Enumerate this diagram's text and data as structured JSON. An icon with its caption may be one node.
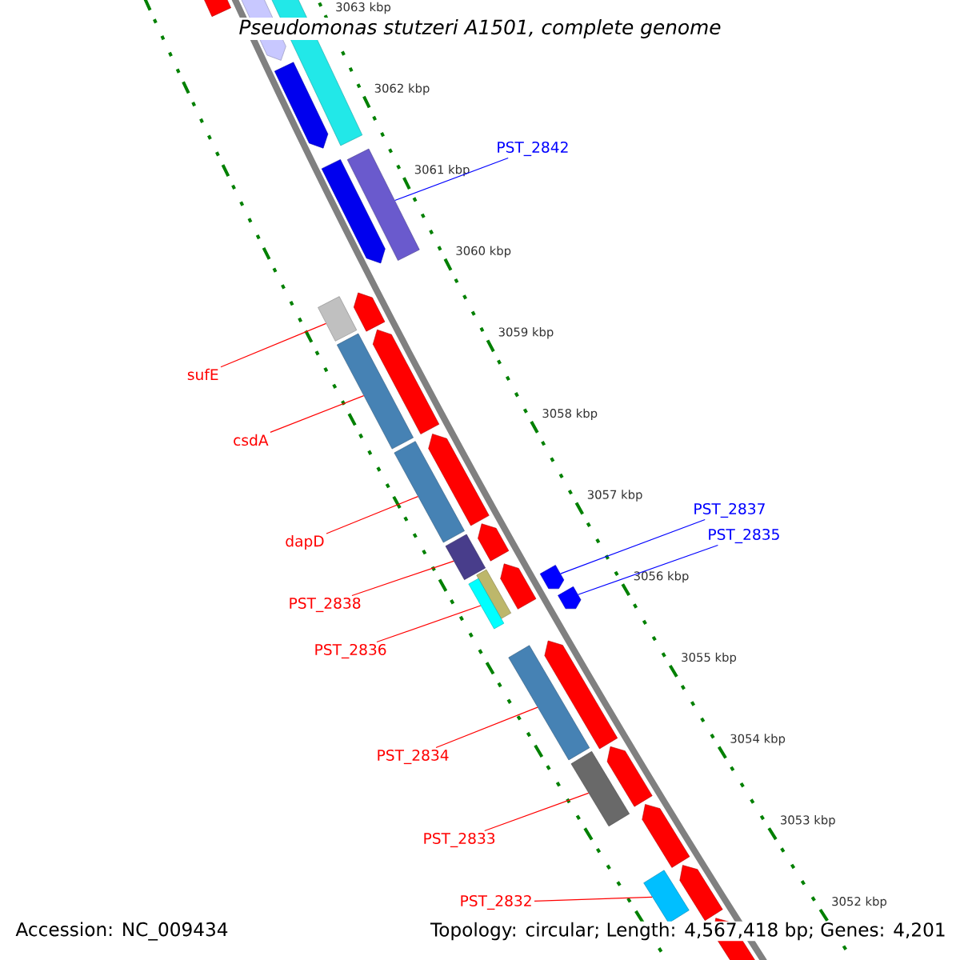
{
  "diagram": {
    "title": "Pseudomonas stutzeri A1501, complete genome",
    "nodes": [
      {
        "text": [
          "PST_2842"
        ]
      },
      {
        "text": [],
        "shape": "bar"
      },
      {
        "text": [
          "sufE"
        ]
      },
      {
        "text": [],
        "shape": "bar"
      },
      {
        "text": [
          "csdA"
        ]
      },
      {
        "text": [],
        "shape": "bar"
      },
      {
        "text": [
          "dapD"
        ]
      },
      {
        "text": [],
        "shape": "bar"
      },
      {
        "text": [
          "PST_2837"
        ]
      },
      {
        "text": [
          "PST_2835"
        ]
      },
      {
        "text": [
          "PST_2838"
        ]
      },
      {
        "text": [],
        "shape": "bar"
      },
      {
        "text": [],
        "shape": "arrow"
      },
      {
        "text": [],
        "shape": "arrow"
      },
      {
        "text": [
          "PST_2836"
        ]
      },
      {
        "text": [],
        "shape": "bar"
      },
      {
        "text": [
          "PST_2834"
        ]
      },
      {
        "text": [],
        "shape": "bar"
      },
      {
        "text": [
          "PST_2833"
        ]
      },
      {
        "text": [],
        "shape": "bar"
      },
      {
        "text": [
          "PST_2832"
        ]
      },
      {
        "text": [],
        "shape": "bar"
      }
    ],
    "edges": [
      {
        "from": 0,
        "to": 1,
        "arrow": "none",
        "color": "#0000ff"
      },
      {
        "from": 2,
        "to": 3,
        "arrow": "none"
      },
      {
        "from": 4,
        "to": 5,
        "arrow": "none"
      },
      {
        "from": 6,
        "to": 7,
        "arrow": "none"
      },
      {
        "from": 8,
        "to": 12,
        "arrow": "none",
        "color": "#0000ff"
      },
      {
        "from": 9,
        "to": 13,
        "arrow": "none",
        "color": "#0000ff"
      },
      {
        "from": 10,
        "to": 11,
        "arrow": "none"
      },
      {
        "from": 14,
        "to": 15,
        "arrow": "none"
      },
      {
        "from": 16,
        "to": 17,
        "arrow": "none"
      },
      {
        "from": 18,
        "to": 19,
        "arrow": "none"
      },
      {
        "from": 20,
        "to": 21,
        "arrow": "none"
      }
    ],
    "labels": [
      "3063 kbp",
      "3062 kbp",
      "3061 kbp",
      "3060 kbp",
      "3059 kbp",
      "3058 kbp",
      "3057 kbp",
      "3056 kbp",
      "3055 kbp",
      "3054 kbp",
      "3053 kbp",
      "3052 kbp",
      "Accession: NC_009434",
      "Topology: circular; Length: 4,567,418 bp; Genes: 4,201"
    ]
  }
}
